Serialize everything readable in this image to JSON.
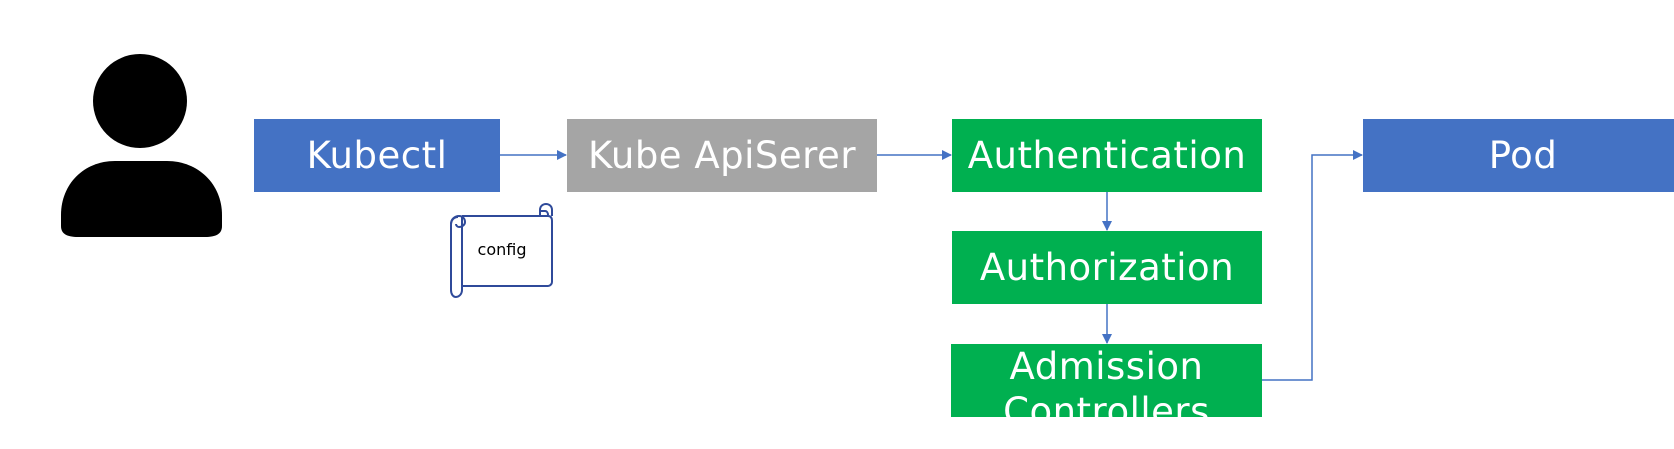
{
  "diagram": {
    "nodes": {
      "kubectl": "Kubectl",
      "apiserver": "Kube ApiSerer",
      "authentication": "Authentication",
      "authorization": "Authorization",
      "admission": "Admission Controllers",
      "pod": "Pod"
    },
    "config_label": "config"
  },
  "colors": {
    "blue": "#4472C4",
    "gray": "#A5A5A5",
    "green": "#00B050",
    "arrow": "#4472C4",
    "person": "#000000"
  },
  "icons": [
    "user-icon",
    "scroll-icon"
  ]
}
